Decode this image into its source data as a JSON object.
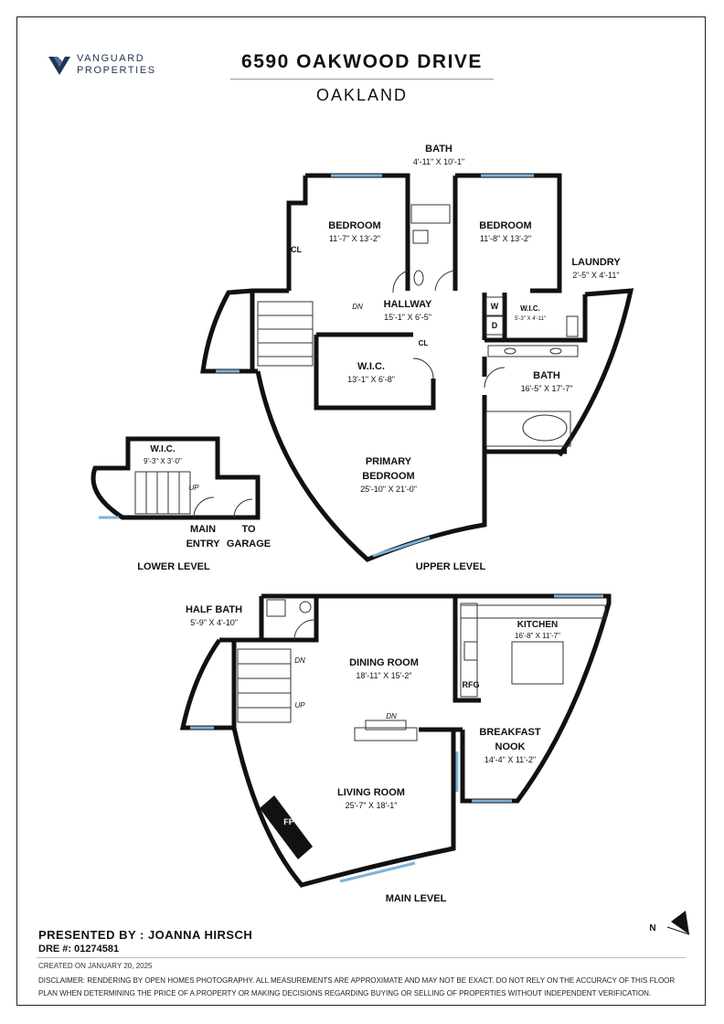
{
  "header": {
    "logo_line1": "VANGUARD",
    "logo_line2": "PROPERTIES",
    "address": "6590 OAKWOOD DRIVE",
    "city": "OAKLAND",
    "brand_color": "#1f3655"
  },
  "rooms": {
    "bath_upper": {
      "name": "BATH",
      "dims": "4'-11\" X 10'-1\""
    },
    "bedroom1": {
      "name": "BEDROOM",
      "dims": "11'-7\" X 13'-2\""
    },
    "bedroom2": {
      "name": "BEDROOM",
      "dims": "11'-8\" X 13'-2\""
    },
    "laundry": {
      "name": "LAUNDRY",
      "dims": "2'-5\" X 4'-11\""
    },
    "hallway": {
      "name": "HALLWAY",
      "dims": "15'-1\" X 6'-5\""
    },
    "wic_small": {
      "name": "W.I.C.",
      "dims": "5'-3\" X 4'-11\""
    },
    "wic_upper": {
      "name": "W.I.C.",
      "dims": "13'-1\" X 6'-8\""
    },
    "primary_bath": {
      "name": "BATH",
      "dims": "16'-5\" X 17'-7\""
    },
    "primary_bedroom": {
      "name1": "PRIMARY",
      "name2": "BEDROOM",
      "dims": "25'-10\" X 21'-0\""
    },
    "wic_lower": {
      "name": "W.I.C.",
      "dims": "9'-3\" X 3'-0\""
    },
    "half_bath": {
      "name": "HALF BATH",
      "dims": "5'-9\" X 4'-10\""
    },
    "kitchen": {
      "name": "KITCHEN",
      "dims": "16'-8\" X 11'-7\""
    },
    "dining_room": {
      "name": "DINING ROOM",
      "dims": "18'-11\" X 15'-2\""
    },
    "breakfast_nook": {
      "name1": "BREAKFAST",
      "name2": "NOOK",
      "dims": "14'-4\" X 11'-2\""
    },
    "living_room": {
      "name": "LIVING ROOM",
      "dims": "25'-7\" X 18'-1\""
    }
  },
  "fixtures": {
    "closet": "CL",
    "washer": "W",
    "dryer": "D",
    "refrigerator": "RFG",
    "fireplace": "FP",
    "stair_down": "DN",
    "stair_up": "UP"
  },
  "entries": {
    "main_entry_1": "MAIN",
    "main_entry_2": "ENTRY",
    "garage_1": "TO",
    "garage_2": "GARAGE"
  },
  "levels": {
    "lower": "LOWER LEVEL",
    "upper": "UPPER LEVEL",
    "main": "MAIN LEVEL"
  },
  "compass": "N",
  "footer": {
    "presenter": "PRESENTED BY : JOANNA HIRSCH",
    "dre": "DRE #: 01274581",
    "created": "CREATED ON JANUARY 20, 2025",
    "disclaimer": "DISCLAIMER: RENDERING BY OPEN HOMES PHOTOGRAPHY. ALL MEASUREMENTS ARE APPROXIMATE AND MAY NOT BE EXACT. DO NOT RELY ON THE ACCURACY OF THIS FLOOR PLAN WHEN DETERMINING THE PRICE OF A PROPERTY OR MAKING DECISIONS REGARDING BUYING OR SELLING OF PROPERTIES WITHOUT INDEPENDENT VERIFICATION."
  }
}
